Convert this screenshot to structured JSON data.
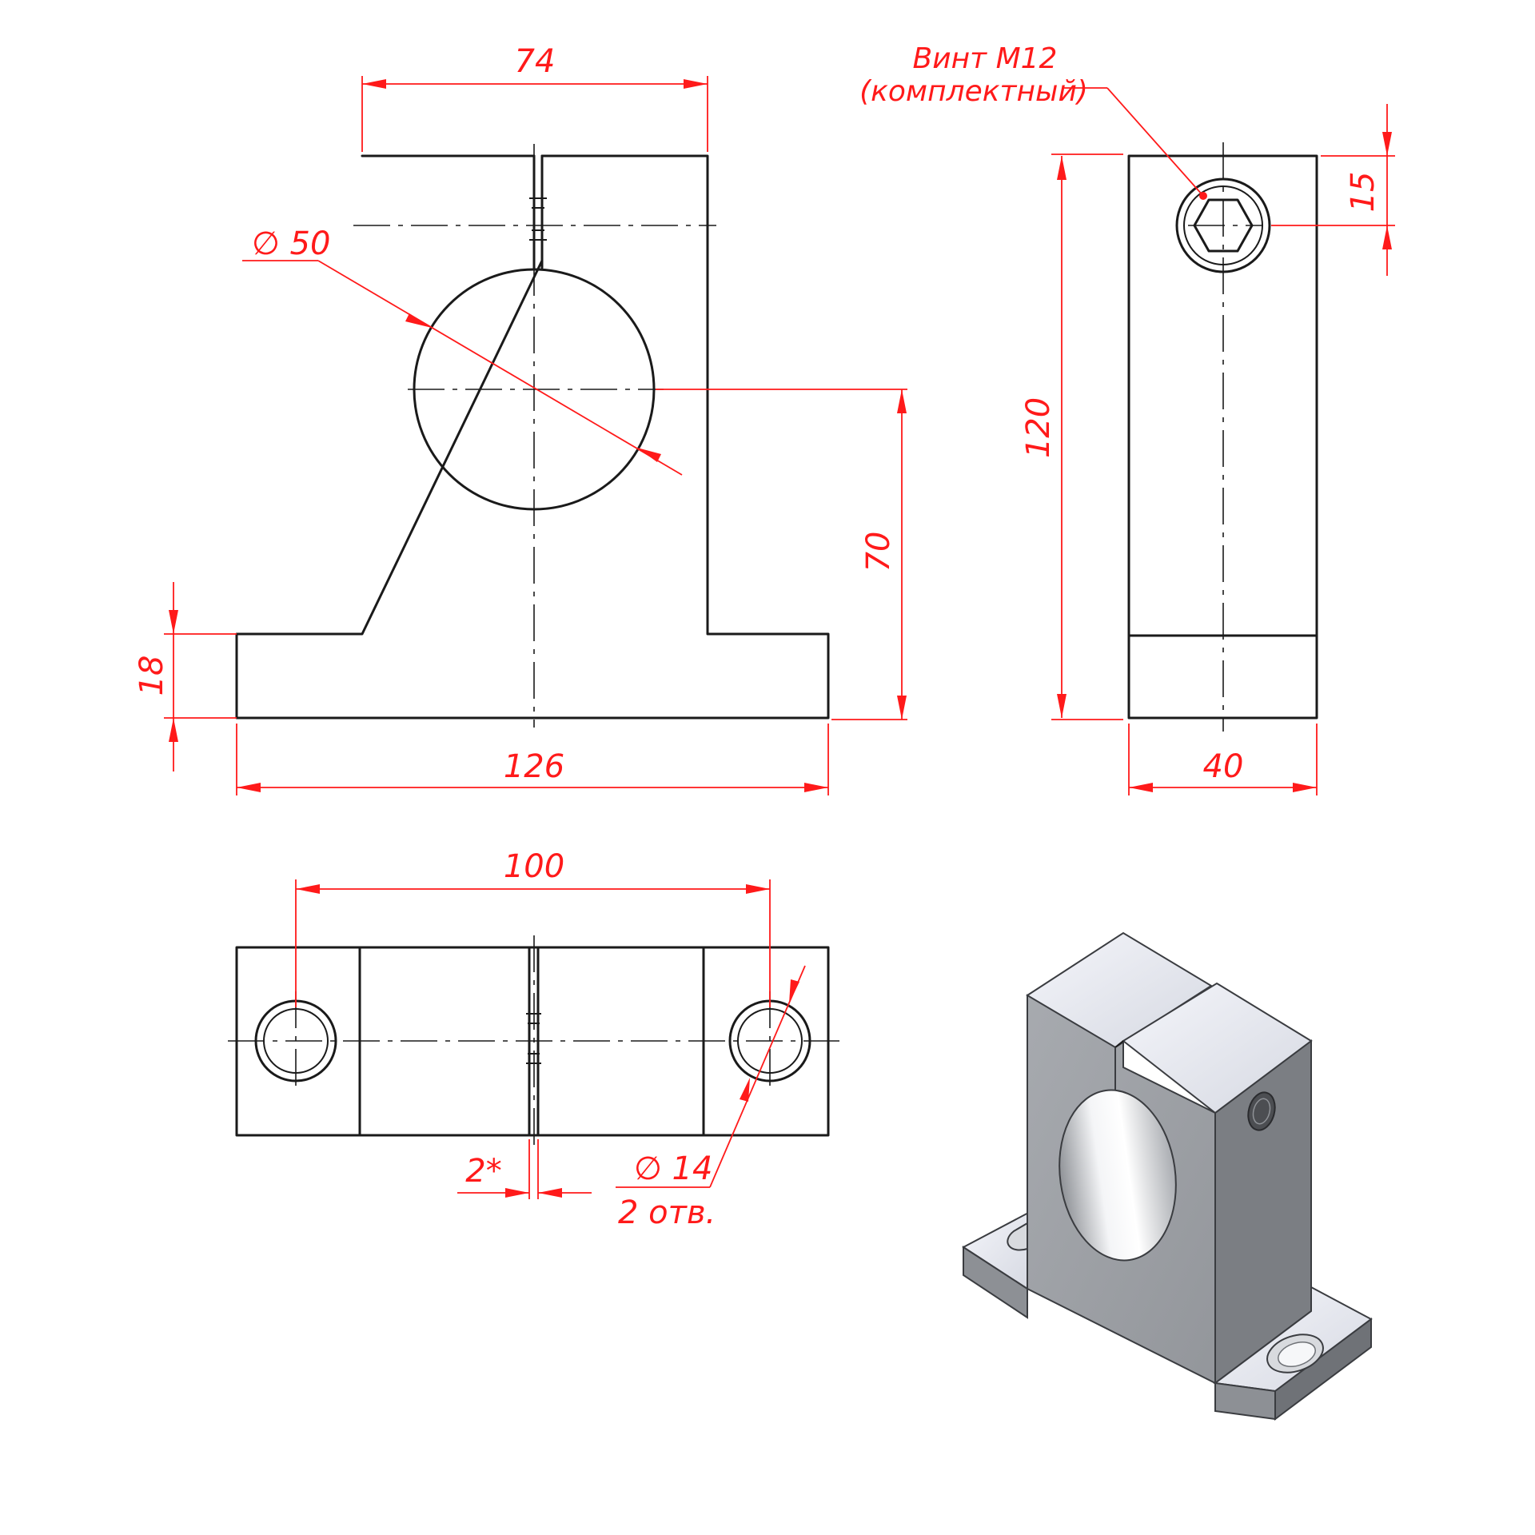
{
  "front_view": {
    "dim_top_width": "74",
    "dim_bore": "∅ 50",
    "dim_axis_height": "70",
    "dim_base_height": "18",
    "dim_base_width": "126"
  },
  "side_view": {
    "screw_label_line1": "Винт М12",
    "screw_label_line2": "(комплектный)",
    "dim_height": "120",
    "dim_screw_offset": "15",
    "dim_width": "40"
  },
  "top_view": {
    "dim_hole_spacing": "100",
    "dim_slot": "2*",
    "dim_hole_dia": "∅ 14",
    "dim_hole_count": "2 отв."
  },
  "colors": {
    "outline": "#1a1a1a",
    "dimension": "#ff1a1a",
    "iso_front": "#9ea1a6",
    "iso_side": "#7b7e83",
    "iso_top": "#e6e8ee",
    "iso_bore": "#e8e9ec"
  }
}
